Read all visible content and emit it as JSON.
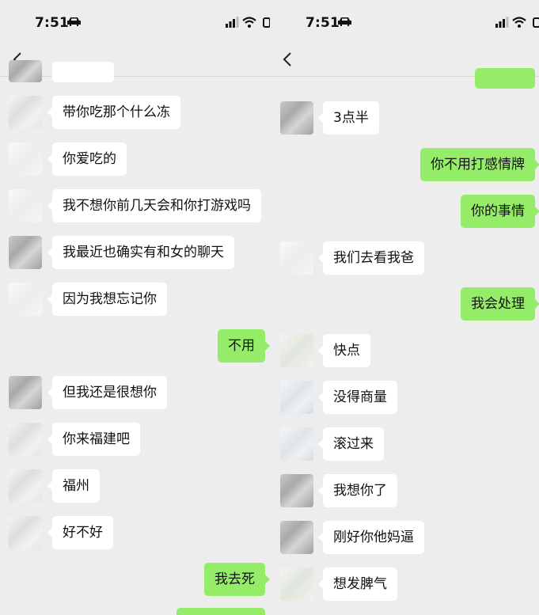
{
  "colors": {
    "background": "#ededed",
    "incoming_bubble": "#ffffff",
    "outgoing_bubble": "#95ec69",
    "text": "#111111"
  },
  "icons": [
    "car-icon",
    "signal-icon",
    "wifi-icon",
    "battery-icon",
    "back-chevron-icon"
  ],
  "left": {
    "status_time": "7:51",
    "messages": [
      {
        "dir": "in",
        "text": "带你吃那个什么冻"
      },
      {
        "dir": "in",
        "text": "你爱吃的"
      },
      {
        "dir": "in",
        "text": "我不想你前几天会和你打游戏吗"
      },
      {
        "dir": "in",
        "text": "我最近也确实有和女的聊天"
      },
      {
        "dir": "in",
        "text": "因为我想忘记你"
      },
      {
        "dir": "out",
        "text": "不用"
      },
      {
        "dir": "in",
        "text": "但我还是很想你"
      },
      {
        "dir": "in",
        "text": "你来福建吧"
      },
      {
        "dir": "in",
        "text": "福州"
      },
      {
        "dir": "in",
        "text": "好不好"
      },
      {
        "dir": "out",
        "text": "我去死"
      }
    ]
  },
  "right": {
    "status_time": "7:51",
    "messages": [
      {
        "dir": "in",
        "text": "3点半"
      },
      {
        "dir": "out",
        "text": "你不用打感情牌"
      },
      {
        "dir": "out",
        "text": "你的事情"
      },
      {
        "dir": "in",
        "text": "我们去看我爸"
      },
      {
        "dir": "out",
        "text": "我会处理"
      },
      {
        "dir": "in",
        "text": "快点"
      },
      {
        "dir": "in",
        "text": "没得商量"
      },
      {
        "dir": "in",
        "text": "滚过来"
      },
      {
        "dir": "in",
        "text": "我想你了"
      },
      {
        "dir": "in",
        "text": "刚好你他妈逼"
      },
      {
        "dir": "in",
        "text": "想发脾气"
      }
    ]
  }
}
